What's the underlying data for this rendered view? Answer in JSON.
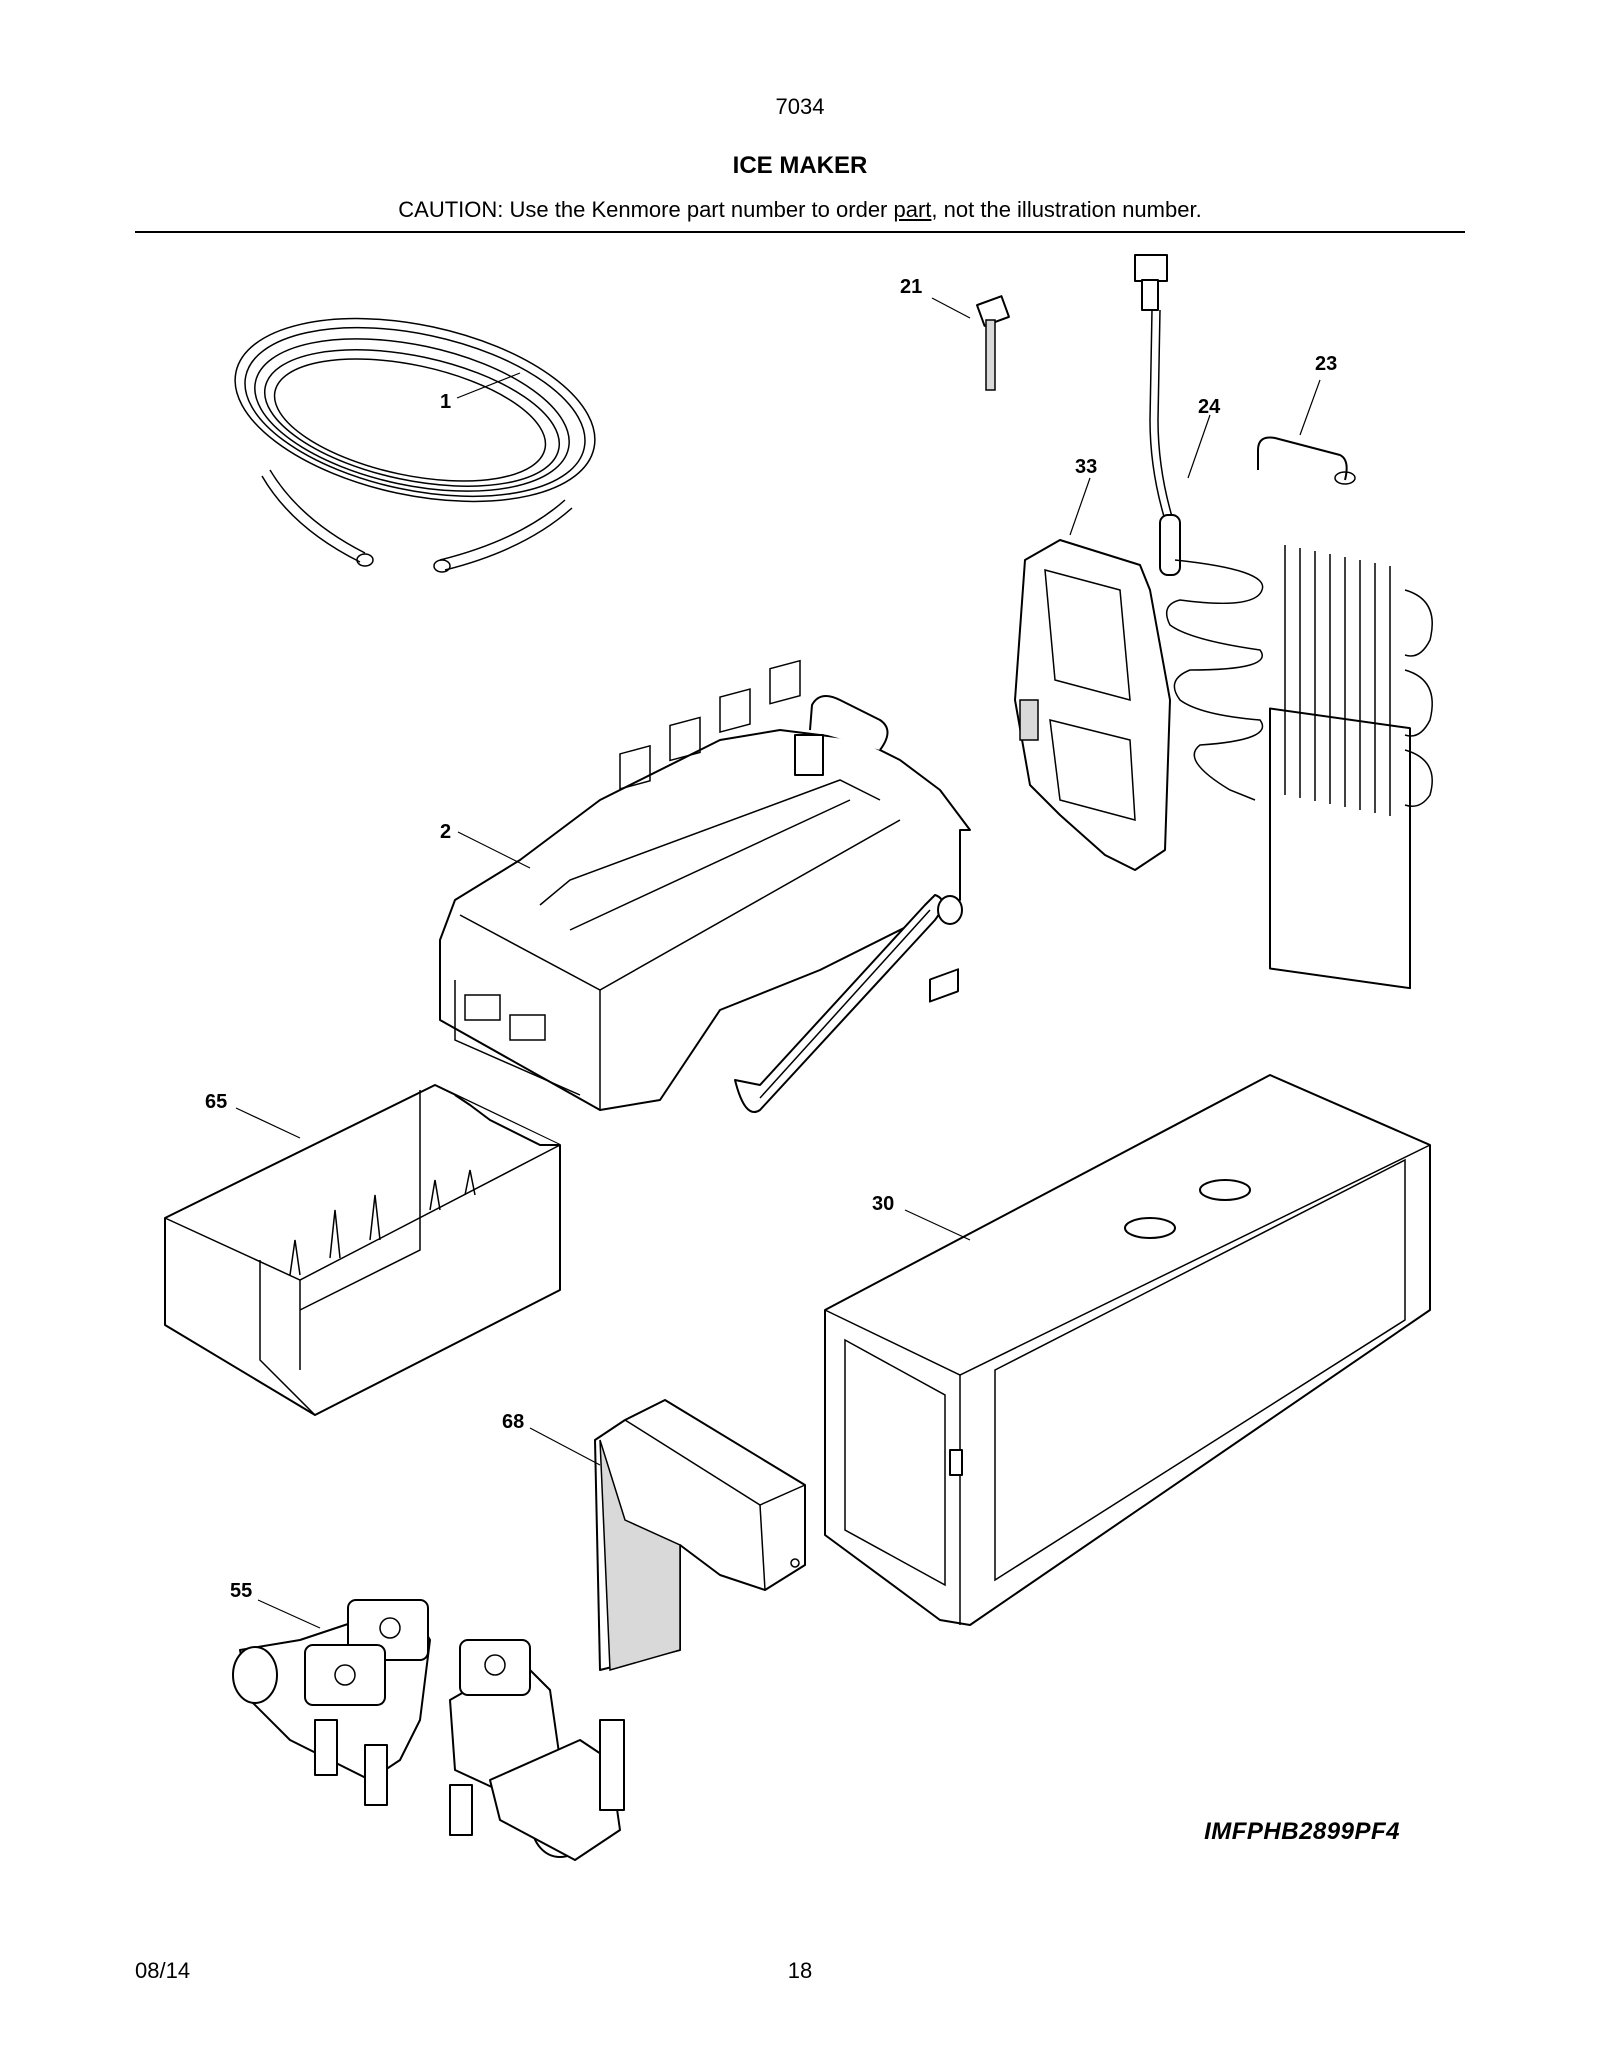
{
  "header": {
    "page_code": "7034",
    "title": "ICE MAKER",
    "caution_before": "CAUTION: Use the Kenmore part number to order ",
    "caution_link": "part",
    "caution_after": ", not the illustration number."
  },
  "callouts": {
    "c1": "1",
    "c2": "2",
    "c21": "21",
    "c23": "23",
    "c24": "24",
    "c30": "30",
    "c33": "33",
    "c55": "55",
    "c65": "65",
    "c68": "68"
  },
  "model_code": "IMFPHB2899PF4",
  "footer": {
    "date": "08/14",
    "page": "18"
  },
  "icons": {
    "part_1": "water-tube-coil-icon",
    "part_2": "ice-maker-assembly-icon",
    "part_21": "connector-plug-icon",
    "part_23": "evaporator-coil-icon",
    "part_24": "wire-harness-icon",
    "part_30": "ice-box-housing-icon",
    "part_33": "ice-maker-bracket-icon",
    "part_55": "water-valve-icon",
    "part_65": "ice-bucket-icon",
    "part_68": "chute-cover-icon"
  }
}
